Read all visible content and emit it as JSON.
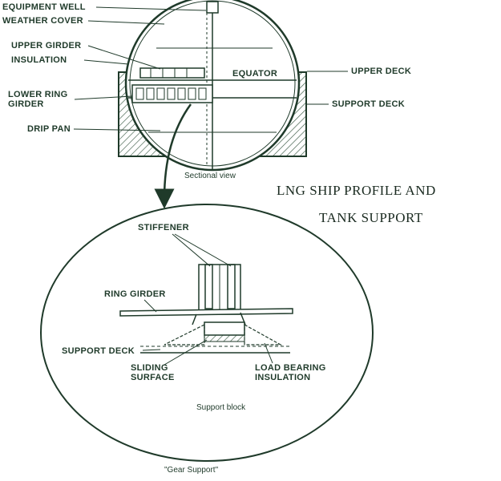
{
  "title": {
    "line1": "LNG SHIP PROFILE AND",
    "line2": "TANK SUPPORT"
  },
  "sectional_view": {
    "caption": "Sectional view",
    "labels": {
      "equipment_well": "EQUIPMENT WELL",
      "weather_cover": "WEATHER COVER",
      "upper_girder": "UPPER GIRDER",
      "insulation": "INSULATION",
      "lower_ring_girder_1": "LOWER RING",
      "lower_ring_girder_2": "GIRDER",
      "drip_pan": "DRIP PAN",
      "equator": "EQUATOR",
      "upper_deck": "UPPER DECK",
      "support_deck": "SUPPORT DECK"
    }
  },
  "detail_view": {
    "caption": "\"Gear Support\"",
    "labels": {
      "stiffener": "STIFFENER",
      "ring_girder": "RING GIRDER",
      "support_deck": "SUPPORT DECK",
      "sliding_surface_1": "SLIDING",
      "sliding_surface_2": "SURFACE",
      "load_bearing_1": "LOAD BEARING",
      "load_bearing_2": "INSULATION",
      "support_block": "Support block"
    }
  },
  "colors": {
    "ink": "#1f3a2a",
    "hatch": "#3a5a44",
    "background": "#ffffff"
  }
}
